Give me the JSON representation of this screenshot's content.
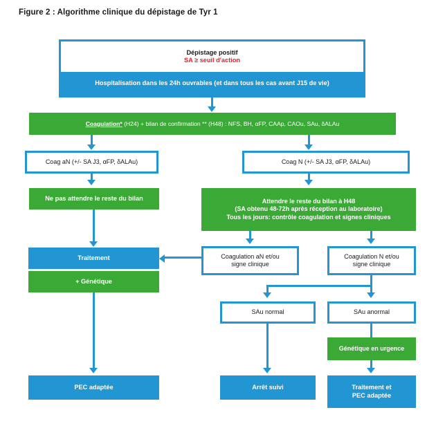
{
  "figure": {
    "title": "Figure 2 : Algorithme clinique du dépistage de Tyr 1"
  },
  "colors": {
    "blue": "#2196d3",
    "green": "#3ba935",
    "red": "#e8202a",
    "white": "#ffffff",
    "text": "#1a1a1a"
  },
  "nodes": {
    "depistage_positif": {
      "line1": "Dépistage positif",
      "line2": "SA ≥ seuil d'action"
    },
    "hospitalisation": {
      "label": "Hospitalisation dans les 24h ouvrables (et dans tous les cas avant J15 de vie)"
    },
    "coagulation_bilan": {
      "head": "Coagulation*",
      "rest": " (H24) + bilan de confirmation ** (H48) : NFS, BH, αFP, CAAp, CAOu, SAu, δALAu"
    },
    "coag_an": {
      "label": "Coag aN (+/- SA J3, αFP, δALAu)"
    },
    "coag_n": {
      "label": "Coag N (+/- SA J3, αFP, δALAu)"
    },
    "ne_pas_attendre": {
      "label": "Ne pas attendre le reste du bilan"
    },
    "attendre": {
      "line1": "Attendre le reste du bilan à H48",
      "line2": "(SA obtenu 48-72h après réception au laboratoire)",
      "line3": "Tous les jours: contrôle coagulation et signes cliniques"
    },
    "traitement": {
      "label": "Traitement"
    },
    "genetique": {
      "label": "+ Génétique"
    },
    "coagulation_an_signe": {
      "line1": "Coagulation aN et/ou",
      "line2": "signe clinique"
    },
    "coagulation_n_signe": {
      "line1": "Coagulation N et/ou",
      "line2": "signe clinique"
    },
    "sau_normal": {
      "label": "SAu normal"
    },
    "sau_anormal": {
      "label": "SAu anormal"
    },
    "genetique_urgence": {
      "label": "Génétique en urgence"
    },
    "pec_adaptee": {
      "label": "PEC adaptée"
    },
    "arret_suivi": {
      "label": "Arrêt suivi"
    },
    "traitement_pec": {
      "line1": "Traitement et",
      "line2": "PEC adaptée"
    }
  }
}
